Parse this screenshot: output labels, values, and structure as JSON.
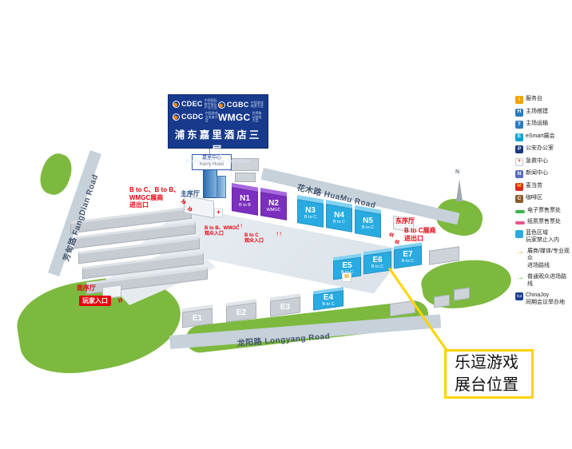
{
  "title_box": {
    "logos": [
      {
        "abbr": "CDEC",
        "tagline": "中国国际数字娱乐产业大会"
      },
      {
        "abbr": "CGBC",
        "tagline": "中国游戏商务大会"
      },
      {
        "abbr": "CGDC",
        "tagline": "中国游戏开发者大会"
      },
      {
        "abbr": "WMGC",
        "tagline": "世界移动游戏大会"
      }
    ],
    "venue_cn": "浦东嘉里酒店三层",
    "venue_en": "Kerry Hotel the 3rd Floor"
  },
  "hotel_label": {
    "cn": "嘉里中心",
    "en": "Kerry Hotel"
  },
  "roads": {
    "fangdian": "芳甸路 FangDian Road",
    "huamu": "花木路 HuaMu Road",
    "longyang": "龙阳路 Longyang Road"
  },
  "halls": [
    {
      "id": "N1",
      "sub": "B to B"
    },
    {
      "id": "N2",
      "sub": "WMGC"
    },
    {
      "id": "N3",
      "sub": "B to C"
    },
    {
      "id": "N4",
      "sub": "B to C"
    },
    {
      "id": "N5",
      "sub": "B to C"
    },
    {
      "id": "E5",
      "sub": "B to C"
    },
    {
      "id": "E6",
      "sub": "B to C"
    },
    {
      "id": "E7",
      "sub": "B to C"
    },
    {
      "id": "E1",
      "sub": ""
    },
    {
      "id": "E2",
      "sub": ""
    },
    {
      "id": "E3",
      "sub": ""
    },
    {
      "id": "E4",
      "sub": "B to C"
    }
  ],
  "annotations": {
    "west_entrance": {
      "l1": "B to C、B to B、",
      "l2": "WMGC展商",
      "l3": "进出口"
    },
    "main_lobby": "主序厅",
    "east_lobby": "东序厅",
    "east_entrance": {
      "l1": "B to C展商",
      "l2": "进出口"
    },
    "south_lobby": "南序厅",
    "player_entrance": "玩家入口",
    "center1": {
      "l1": "B to B、WMGC",
      "l2": "观众入口"
    },
    "center2": {
      "l1": "B to C",
      "l2": "观众入口"
    },
    "markers": {
      "mcdonalds": "M",
      "first_aid": "+"
    }
  },
  "compass": "N",
  "callout": {
    "l1": "乐逗游戏",
    "l2": "展台位置"
  },
  "legend": {
    "items": [
      {
        "icon": "service-desk",
        "glyph": "i",
        "label": "服务台"
      },
      {
        "icon": "venue-construction",
        "glyph": "H",
        "label": "主场搭建"
      },
      {
        "icon": "venue-transport",
        "glyph": "T",
        "label": "主场运输"
      },
      {
        "icon": "esmart-expo",
        "glyph": "E",
        "label": "eSmart展会"
      },
      {
        "icon": "police-office",
        "glyph": "P",
        "label": "公安办公室"
      },
      {
        "icon": "first-aid",
        "glyph": "+",
        "label": "急救中心"
      },
      {
        "icon": "press-center",
        "glyph": "N",
        "label": "新闻中心"
      },
      {
        "icon": "mcdonalds",
        "glyph": "M",
        "label": "麦当劳"
      },
      {
        "icon": "coffee-area",
        "glyph": "C",
        "label": "咖啡区"
      },
      {
        "icon": "e-ticket-office",
        "label": "电子票售票处"
      },
      {
        "icon": "paper-ticket-office",
        "label": "纸质票售票处"
      },
      {
        "icon": "blue-zone",
        "label": "蓝色区域",
        "label2": "玩家禁止入内"
      },
      {
        "icon": "exhibitor-route",
        "glyph": "→",
        "label": "展商/媒体/专业观众",
        "label2": "进场路线"
      },
      {
        "icon": "public-route",
        "glyph": "→",
        "label": "普通观众进场路线"
      },
      {
        "icon": "chinajoy-conference",
        "glyph": "CJ",
        "label": "ChinaJoy",
        "label2": "同期会议举办地"
      }
    ]
  },
  "colors": {
    "hall_blue": "#29abe2",
    "hall_purple": "#7b2fbf",
    "lawn_green": "#7cb93e",
    "alert_red": "#e8000d",
    "highlight_yellow": "#ffd400",
    "brand_navy": "#1c3f94"
  }
}
